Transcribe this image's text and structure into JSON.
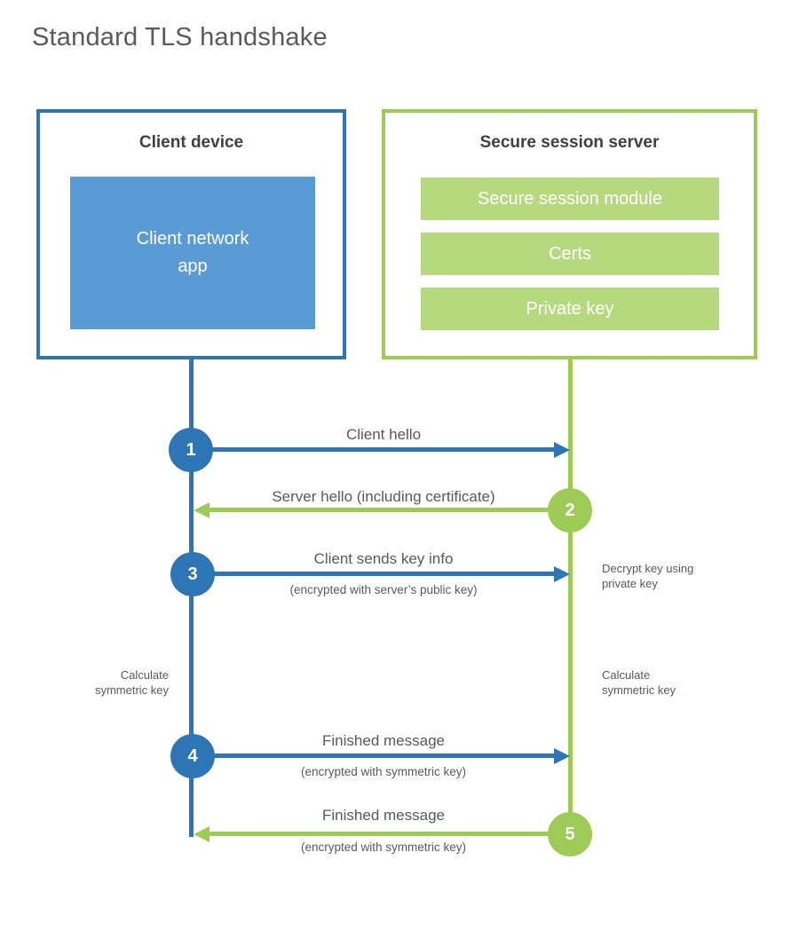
{
  "title": "Standard TLS handshake",
  "client": {
    "heading": "Client device",
    "app_label": "Client network\napp"
  },
  "server": {
    "heading": "Secure session server",
    "modules": [
      "Secure session module",
      "Certs",
      "Private key"
    ]
  },
  "steps": [
    {
      "num": "1",
      "direction": "client-to-server",
      "label": "Client hello",
      "sub": ""
    },
    {
      "num": "2",
      "direction": "server-to-client",
      "label": "Server hello (including certificate)",
      "sub": ""
    },
    {
      "num": "3",
      "direction": "client-to-server",
      "label": "Client sends key info",
      "sub": "(encrypted with server’s public key)"
    },
    {
      "num": "4",
      "direction": "client-to-server",
      "label": "Finished message",
      "sub": "(encrypted with symmetric key)"
    },
    {
      "num": "5",
      "direction": "server-to-client",
      "label": "Finished message",
      "sub": "(encrypted with symmetric key)"
    }
  ],
  "notes": {
    "decrypt": "Decrypt key using\nprivate key",
    "calc_client": "Calculate\nsymmetric key",
    "calc_server": "Calculate\nsymmetric key"
  },
  "colors": {
    "client_blue": "#2e75b6",
    "client_blue_fill": "#5b9bd5",
    "server_green": "#9ecb56",
    "server_green_fill": "#b6d97f"
  }
}
